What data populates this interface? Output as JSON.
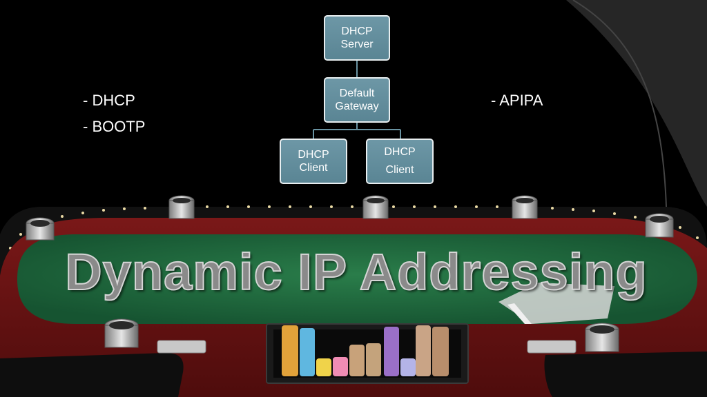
{
  "slide": {
    "title": "Dynamic IP Addressing",
    "left_bullets": [
      "- DHCP",
      "- BOOTP"
    ],
    "right_bullets": [
      "- APIPA"
    ]
  },
  "diagram": {
    "type": "hierarchy",
    "nodes": [
      {
        "id": "server",
        "line1": "DHCP",
        "line2": "Server"
      },
      {
        "id": "gateway",
        "line1": "Default",
        "line2": "Gateway"
      },
      {
        "id": "client1",
        "line1": "DHCP",
        "line2": "Client"
      },
      {
        "id": "client2",
        "line1": "DHCP",
        "line2": "Client"
      }
    ],
    "edges": [
      [
        "server",
        "gateway"
      ],
      [
        "gateway",
        "client1"
      ],
      [
        "gateway",
        "client2"
      ]
    ]
  },
  "colors": {
    "node_fill": "#6a94a3",
    "node_border": "#e8eef0",
    "connector": "#6a94a3",
    "felt": "#1f6a3c",
    "rail": "#6b1414",
    "title_fill": "#8a8a8a"
  },
  "background": {
    "description_icon": "poker-table-image"
  }
}
